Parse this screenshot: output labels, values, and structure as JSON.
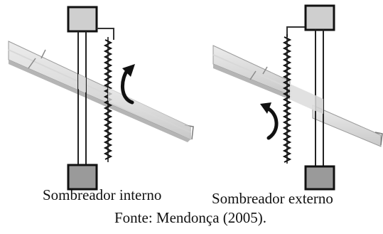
{
  "figure": {
    "left_caption": "Sombreador interno",
    "right_caption": "Sombreador externo",
    "source": "Fonte: Mendonça (2005)."
  },
  "icons": {
    "left_arrow": "curved-arrow-up-icon",
    "right_arrow": "curved-arrow-down-icon"
  }
}
